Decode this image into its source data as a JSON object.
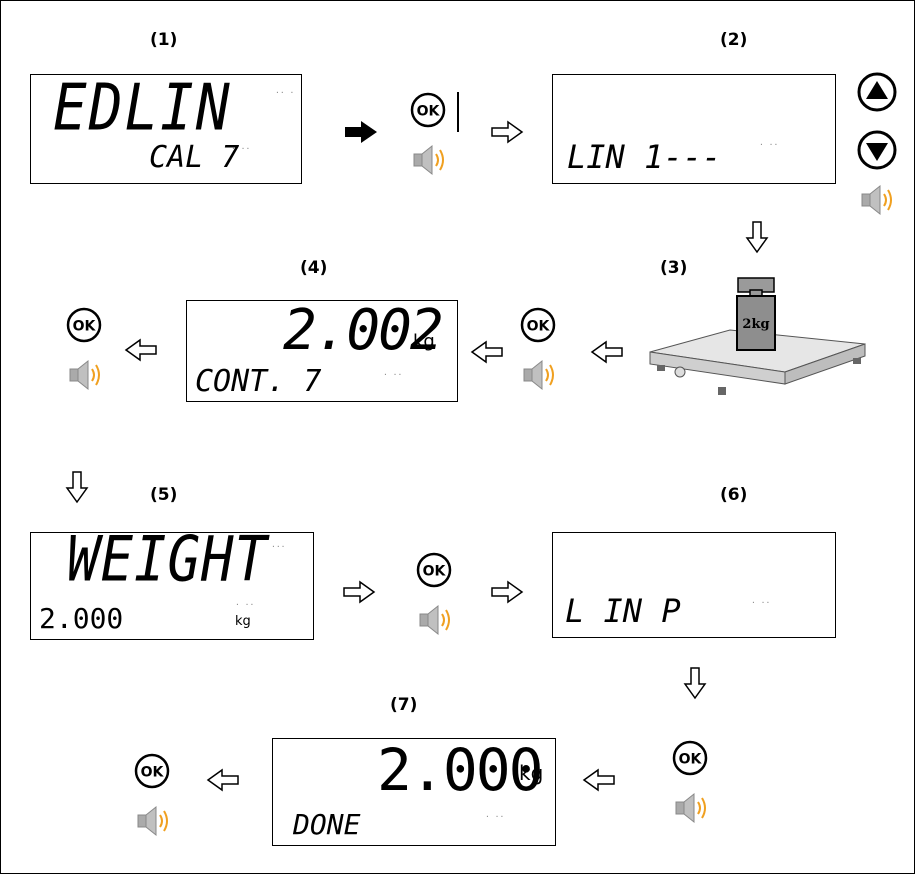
{
  "steps": {
    "s1": "(1)",
    "s2": "(2)",
    "s3": "(3)",
    "s4": "(4)",
    "s5": "(5)",
    "s6": "(6)",
    "s7": "(7)"
  },
  "ok_label": "OK",
  "weight_label": "2kg",
  "displays": {
    "d1": {
      "main": "EDLIN",
      "sub": "CAL 7"
    },
    "d2": {
      "sub": "LIN 1---"
    },
    "d4": {
      "main": "2.002",
      "unit": "kg",
      "sub": "CONT. 7"
    },
    "d5": {
      "main": "WEIGHT",
      "sub": "2.000",
      "unit": "kg"
    },
    "d6": {
      "sub": "L IN P"
    },
    "d7": {
      "main": "2.000",
      "unit": "kg",
      "sub": "DONE"
    }
  },
  "colors": {
    "speaker": "#b0b0b0",
    "waves": "#f0a020",
    "line": "#000000"
  }
}
